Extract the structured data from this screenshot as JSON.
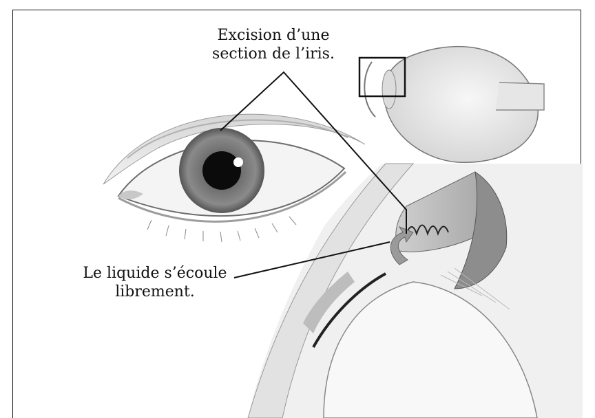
{
  "labels": {
    "excision_line1": "Excision d’une",
    "excision_line2": "section de l’iris.",
    "flow_line1": "Le liquide s’écoule",
    "flow_line2": "librement."
  },
  "colors": {
    "border": "#111111",
    "pupil": "#0b0b0b",
    "iris": "#7f7f7f",
    "aqueous_arrow": "#9a9a9a",
    "tissue_shade": "#b5b5b5",
    "sclera_light": "#eeeeee"
  }
}
